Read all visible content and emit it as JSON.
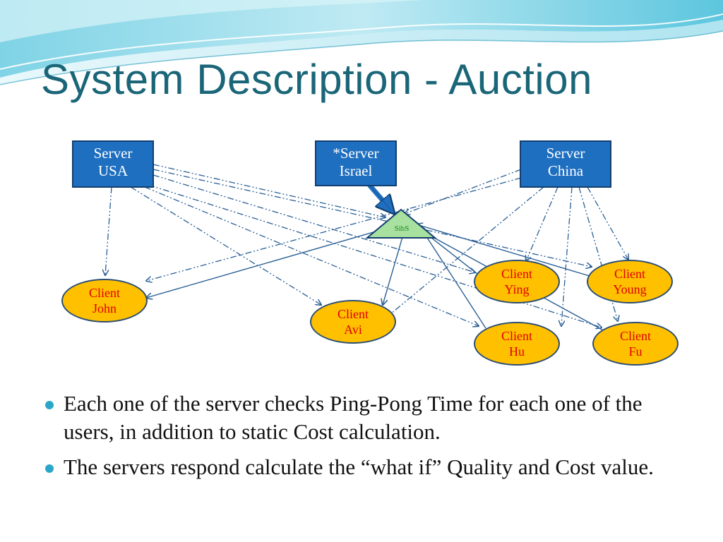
{
  "slide": {
    "title": "System Description - Auction"
  },
  "servers": [
    {
      "id": "usa",
      "line1": "Server",
      "line2": "USA"
    },
    {
      "id": "israel",
      "line1": "*Server",
      "line2": "Israel"
    },
    {
      "id": "china",
      "line1": "Server",
      "line2": "China"
    }
  ],
  "sibs": {
    "label": "SibS"
  },
  "clients": [
    {
      "id": "john",
      "line1": "Client",
      "line2": "John"
    },
    {
      "id": "avi",
      "line1": "Client",
      "line2": "Avi"
    },
    {
      "id": "ying",
      "line1": "Client",
      "line2": "Ying"
    },
    {
      "id": "young",
      "line1": "Client",
      "line2": "Young"
    },
    {
      "id": "hu",
      "line1": "Client",
      "line2": "Hu"
    },
    {
      "id": "fu",
      "line1": "Client",
      "line2": "Fu"
    }
  ],
  "bullets": [
    "Each one of the server checks Ping-Pong Time for each one of the users, in addition to static Cost calculation.",
    "The servers respond calculate the “what if” Quality and Cost value."
  ],
  "colors": {
    "title": "#1a6678",
    "server_fill": "#1f6fc1",
    "client_fill": "#ffc000",
    "client_text": "#e00000",
    "sibs_fill": "#a8e0a0",
    "edge": "#2a5f95",
    "bullet": "#2aa7c8"
  }
}
